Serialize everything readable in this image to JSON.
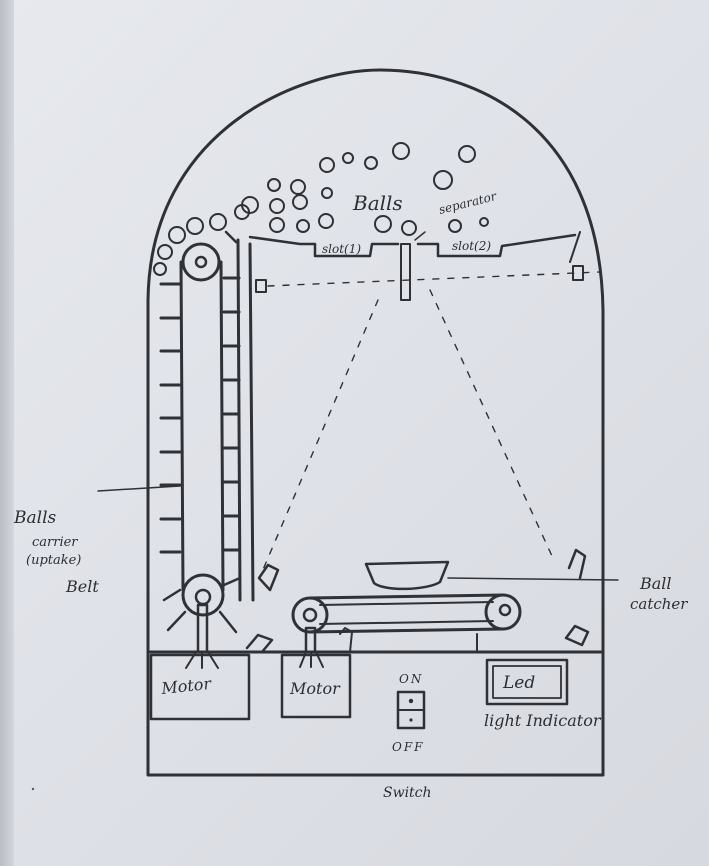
{
  "labels": {
    "balls": "Balls",
    "separator": "separator",
    "slot1": "slot(1)",
    "slot2": "slot(2)",
    "belt_line1": "Balls",
    "belt_line2": "carrier",
    "belt_line3": "(uptake)",
    "belt_line4": "Belt",
    "catcher_line1": "Ball",
    "catcher_line2": "catcher",
    "motor_left": "Motor",
    "motor_right": "Motor",
    "switch_on": "ON",
    "switch_off": "OFF",
    "switch": "Switch",
    "led": "Led",
    "light_indicator": "light Indicator"
  }
}
